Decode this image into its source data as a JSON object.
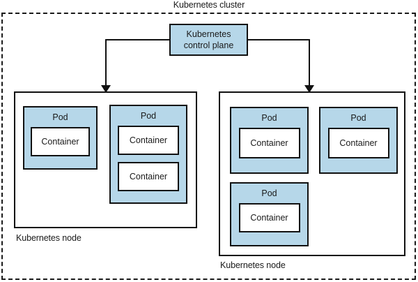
{
  "diagram": {
    "title": "Kubernetes cluster",
    "colors": {
      "pod_fill": "#b6d7e9",
      "control_plane_fill": "#b6d7e9",
      "container_fill": "#ffffff",
      "stroke": "#111111",
      "cluster_border": "#1a1a1a",
      "background": "#ffffff"
    },
    "control_plane": {
      "line1": "Kubernetes",
      "line2": "control plane"
    },
    "nodes": [
      {
        "label": "Kubernetes node",
        "pods": [
          {
            "label": "Pod",
            "containers": [
              {
                "label": "Container"
              }
            ]
          },
          {
            "label": "Pod",
            "containers": [
              {
                "label": "Container"
              },
              {
                "label": "Container"
              }
            ]
          }
        ]
      },
      {
        "label": "Kubernetes node",
        "pods": [
          {
            "label": "Pod",
            "containers": [
              {
                "label": "Container"
              }
            ]
          },
          {
            "label": "Pod",
            "containers": [
              {
                "label": "Container"
              }
            ]
          },
          {
            "label": "Pod",
            "containers": [
              {
                "label": "Container"
              }
            ]
          }
        ]
      }
    ],
    "connectors": [
      {
        "name": "control-plane-to-left-node",
        "from": "control plane",
        "to": "Kubernetes node (left)",
        "arrow": "down"
      },
      {
        "name": "control-plane-to-right-node",
        "from": "control plane",
        "to": "Kubernetes node (right)",
        "arrow": "down"
      }
    ]
  }
}
